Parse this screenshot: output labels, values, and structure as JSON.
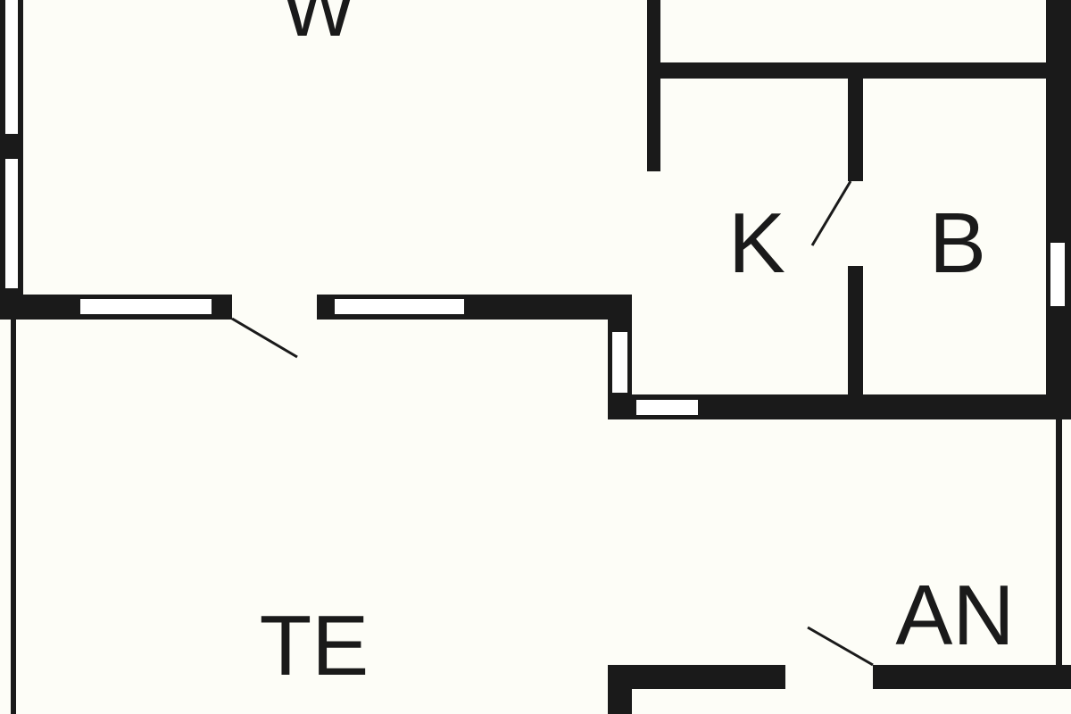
{
  "floor_plan": {
    "rooms": [
      {
        "id": "w",
        "label": "W"
      },
      {
        "id": "k",
        "label": "K"
      },
      {
        "id": "b",
        "label": "B"
      },
      {
        "id": "te",
        "label": "TE"
      },
      {
        "id": "an",
        "label": "AN"
      }
    ]
  },
  "colors": {
    "wall": "#1a1a1a",
    "background": "#fdfdf7",
    "window": "#ffffff"
  }
}
